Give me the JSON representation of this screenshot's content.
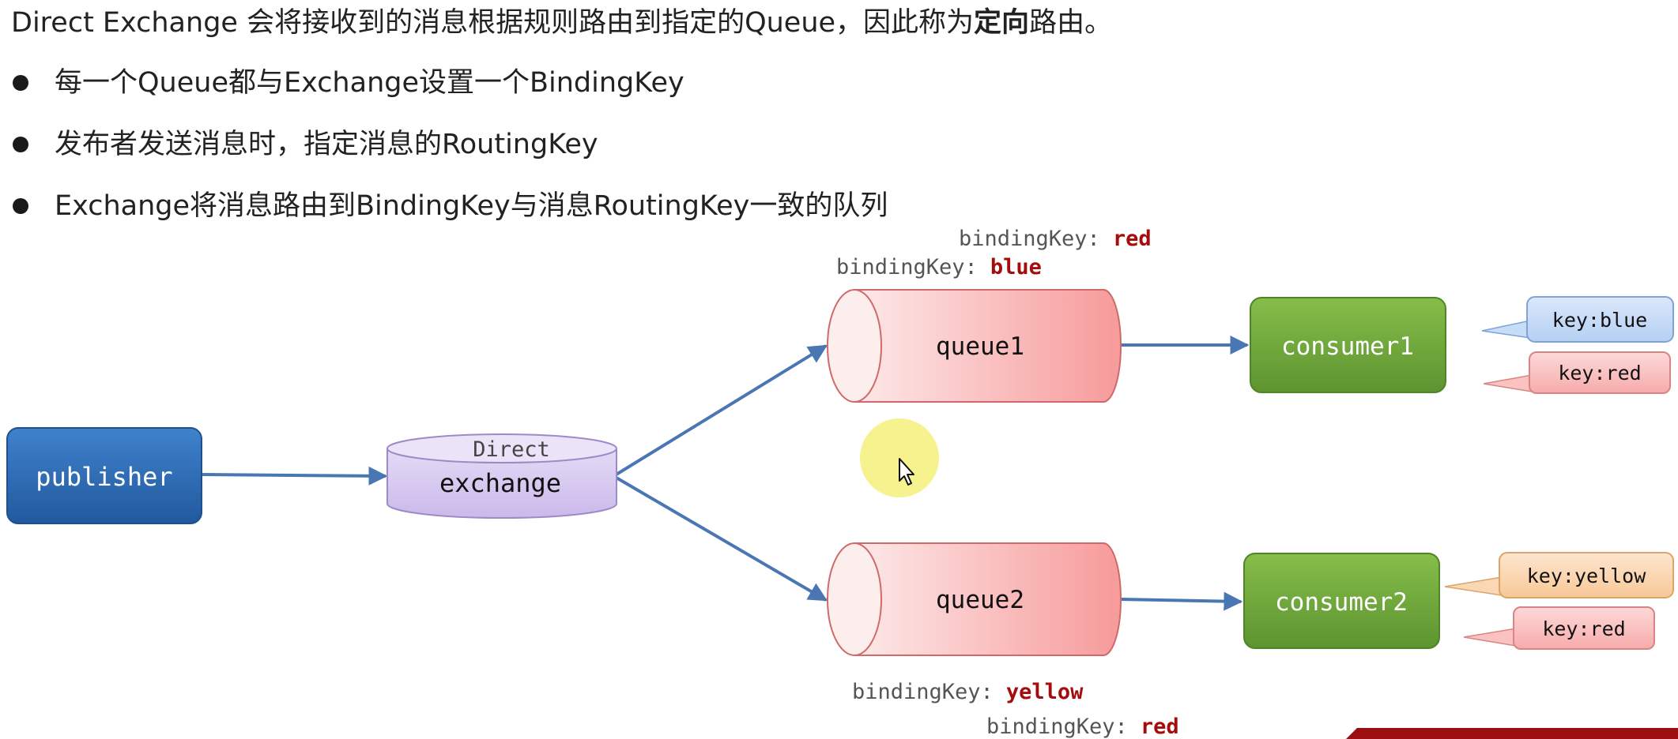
{
  "intro": {
    "before": "Direct Exchange 会将接收到的消息根据规则路由到指定的Queue，因此称为",
    "bold": "定向",
    "after": "路由。"
  },
  "bullets": [
    "每一个Queue都与Exchange设置一个BindingKey",
    "发布者发送消息时，指定消息的RoutingKey",
    "Exchange将消息路由到BindingKey与消息RoutingKey一致的队列"
  ],
  "diagram": {
    "publisher": "publisher",
    "exchange": {
      "type": "Direct",
      "name": "exchange"
    },
    "queue1": {
      "name": "queue1",
      "binding_label": "bindingKey:",
      "binding_keys": [
        "red",
        "blue"
      ]
    },
    "queue2": {
      "name": "queue2",
      "binding_label": "bindingKey:",
      "binding_keys": [
        "yellow",
        "red"
      ]
    },
    "consumer1": {
      "name": "consumer1",
      "keys": [
        "key:blue",
        "key:red"
      ]
    },
    "consumer2": {
      "name": "consumer2",
      "keys": [
        "key:yellow",
        "key:red"
      ]
    }
  },
  "colors": {
    "publisher": "#2e6db4",
    "exchange": "#d9ccf0",
    "queue": "#f9a6a6",
    "consumer": "#6fa63a",
    "arrow": "#4a77b4",
    "binding_value": "#a50d0d",
    "blue_tag": "#c7dcf7",
    "red_tag": "#fbc2c2",
    "yellow_tag": "#fbd8b4",
    "cursor_highlight": "#f5f07a"
  },
  "icons": [
    "mouse-cursor-icon"
  ]
}
